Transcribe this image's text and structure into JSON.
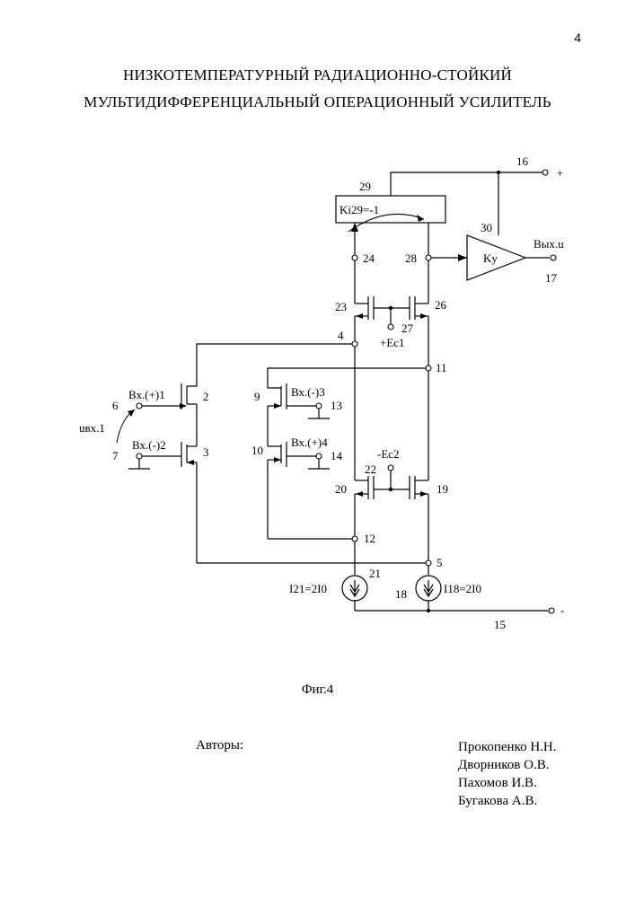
{
  "page_number": "4",
  "title": {
    "line1": "НИЗКОТЕМПЕРАТУРНЫЙ РАДИАЦИОННО-СТОЙКИЙ",
    "line2": "МУЛЬТИДИФФЕРЕНЦИАЛЬНЫЙ ОПЕРАЦИОННЫЙ УСИЛИТЕЛЬ"
  },
  "diagram": {
    "block29": {
      "number": "29",
      "label": "Ki29=-1"
    },
    "amp30": {
      "number": "30",
      "label": "Kу"
    },
    "nodes": {
      "n16": "16",
      "plus": "+",
      "out_label": "Вых.u",
      "n17": "17",
      "n24": "24",
      "n28": "28",
      "n23": "23",
      "n26": "26",
      "n27": "27",
      "ec1": "+Ec1",
      "n4": "4",
      "n11": "11",
      "n2": "2",
      "n3": "3",
      "n6": "6",
      "n7": "7",
      "in1": "Вх.(+)1",
      "in2": "Вх.(-)2",
      "uin": "uвх.1",
      "n9": "9",
      "n10": "10",
      "n13": "13",
      "n14": "14",
      "in3": "Вх.(-)3",
      "in4": "Вх.(+)4",
      "ec2": "-Ec2",
      "n22": "22",
      "n20": "20",
      "n19": "19",
      "n12": "12",
      "n5": "5",
      "n21": "21",
      "n18": "18",
      "i21": "I21=2I0",
      "i18": "I18=2I0",
      "n15": "15",
      "minus": "-"
    }
  },
  "caption": "Фиг.4",
  "authors_label": "Авторы:",
  "authors": [
    "Прокопенко Н.Н.",
    "Дворников О.В.",
    "Пахомов И.В.",
    "Бугакова А.В."
  ]
}
